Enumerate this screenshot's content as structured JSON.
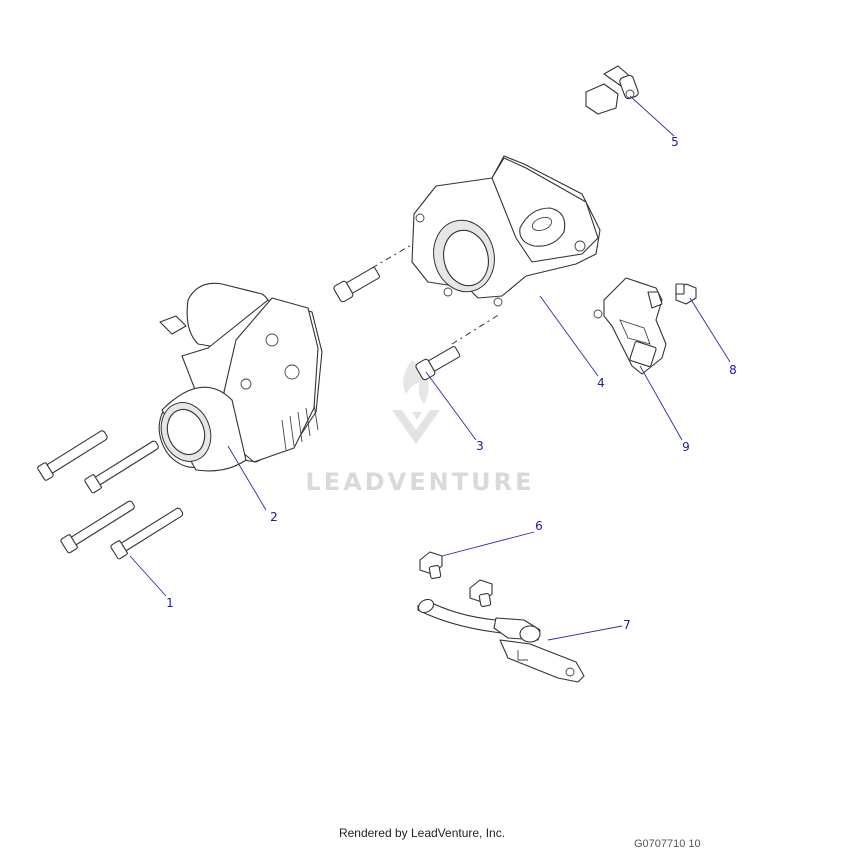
{
  "diagram": {
    "callouts": [
      {
        "id": "1",
        "label": "1"
      },
      {
        "id": "2",
        "label": "2"
      },
      {
        "id": "3",
        "label": "3"
      },
      {
        "id": "4",
        "label": "4"
      },
      {
        "id": "5",
        "label": "5"
      },
      {
        "id": "6",
        "label": "6"
      },
      {
        "id": "7",
        "label": "7"
      },
      {
        "id": "8",
        "label": "8"
      },
      {
        "id": "9",
        "label": "9"
      }
    ],
    "callout_color": "#1a1aa8"
  },
  "watermark": {
    "text": "LEADVENTURE",
    "color": "#d9d9d9"
  },
  "footer": {
    "rendered_by": "Rendered by LeadVenture, Inc.",
    "drawing_number": "G0707710 10"
  }
}
